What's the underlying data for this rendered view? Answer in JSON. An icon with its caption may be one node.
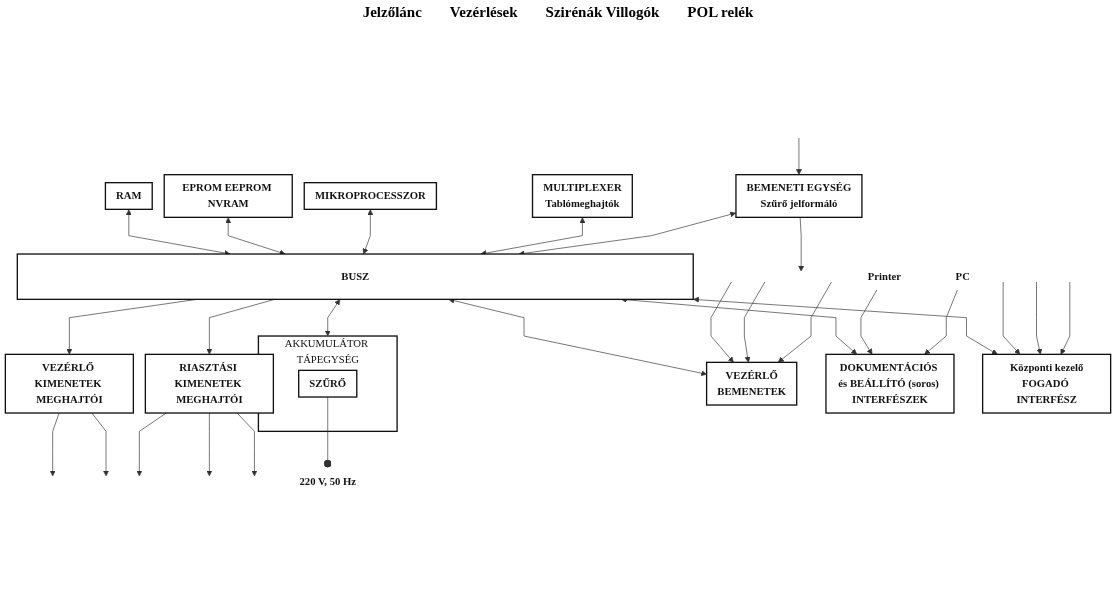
{
  "diagram": {
    "nodes": [
      {
        "text": [
          "RAM"
        ]
      },
      {
        "text": [
          "EPROM EEPROM NVRAM"
        ]
      },
      {
        "text": [
          "MIKROPROCESSZOR"
        ]
      },
      {
        "text": [
          "MULTIPLEXER",
          "Tablómeghajtók"
        ]
      },
      {
        "text": [
          "BEMENETI EGYSÉG",
          "Szűrő jelformáló"
        ]
      },
      {
        "text": [
          "BUSZ"
        ]
      },
      {
        "text": [
          "VEZÉRLŐ KIMENETEK MEGHAJTÓI"
        ]
      },
      {
        "text": [
          "RIASZTÁSI KIMENETEK MEGHAJTÓI"
        ]
      },
      {
        "text": [
          "AKKUMULÁTOR TÁPEGYSÉG"
        ]
      },
      {
        "text": [
          "SZŰRŐ"
        ],
        "in": 8
      },
      {
        "text": [
          "VEZÉRLŐ",
          "BEMENETEK"
        ]
      },
      {
        "text": [
          "DOKUMENTÁCIÓS és BEÁLLÍTÓ (soros) INTERFÉSZEK"
        ]
      },
      {
        "text": [
          "Központi kezelő",
          "FOGADÓ INTERFÉSZ"
        ]
      },
      {
        "text": [
          "220 V, 50 Hz"
        ]
      },
      {
        "text": [
          "Printer"
        ]
      },
      {
        "text": [
          "PC"
        ]
      }
    ],
    "edges": [
      {
        "from": 0,
        "to": 5,
        "arrow": "both"
      },
      {
        "from": 1,
        "to": 5,
        "arrow": "both"
      },
      {
        "from": 2,
        "to": 5,
        "arrow": "both"
      },
      {
        "from": 3,
        "to": 5,
        "arrow": "both"
      },
      {
        "from": 4,
        "to": null,
        "arrow": "to"
      },
      {
        "from": null,
        "to": 4,
        "arrow": "to"
      },
      {
        "from": 4,
        "to": 5,
        "arrow": "both"
      },
      {
        "from": 5,
        "to": 6,
        "arrow": "to"
      },
      {
        "from": 5,
        "to": 7,
        "arrow": "to"
      },
      {
        "from": 6,
        "to": null,
        "arrow": "to"
      },
      {
        "from": 6,
        "to": null,
        "arrow": "to"
      },
      {
        "from": 7,
        "to": null,
        "arrow": "to"
      },
      {
        "from": 7,
        "to": null,
        "arrow": "to"
      },
      {
        "from": 7,
        "to": null,
        "arrow": "to"
      },
      {
        "from": 5,
        "to": 8,
        "arrow": "both"
      },
      {
        "from": 5,
        "to": 10,
        "arrow": "both"
      },
      {
        "from": 5,
        "to": 11,
        "arrow": "both"
      },
      {
        "from": 5,
        "to": 12,
        "arrow": "both"
      },
      {
        "from": 9,
        "to": 13,
        "arrow": "other"
      },
      {
        "from": null,
        "to": 10,
        "arrow": "to"
      },
      {
        "from": null,
        "to": 10,
        "arrow": "to"
      },
      {
        "from": null,
        "to": 10,
        "arrow": "to"
      },
      {
        "from": 14,
        "to": 11,
        "arrow": "to"
      },
      {
        "from": 15,
        "to": 11,
        "arrow": "to"
      },
      {
        "from": null,
        "to": 12,
        "arrow": "to"
      },
      {
        "from": null,
        "to": 12,
        "arrow": "to"
      },
      {
        "from": null,
        "to": 12,
        "arrow": "to"
      }
    ],
    "labels": [
      "Jelzőlánc",
      "Vezérlések",
      "Szirénák Villogók",
      "POL relék"
    ]
  }
}
